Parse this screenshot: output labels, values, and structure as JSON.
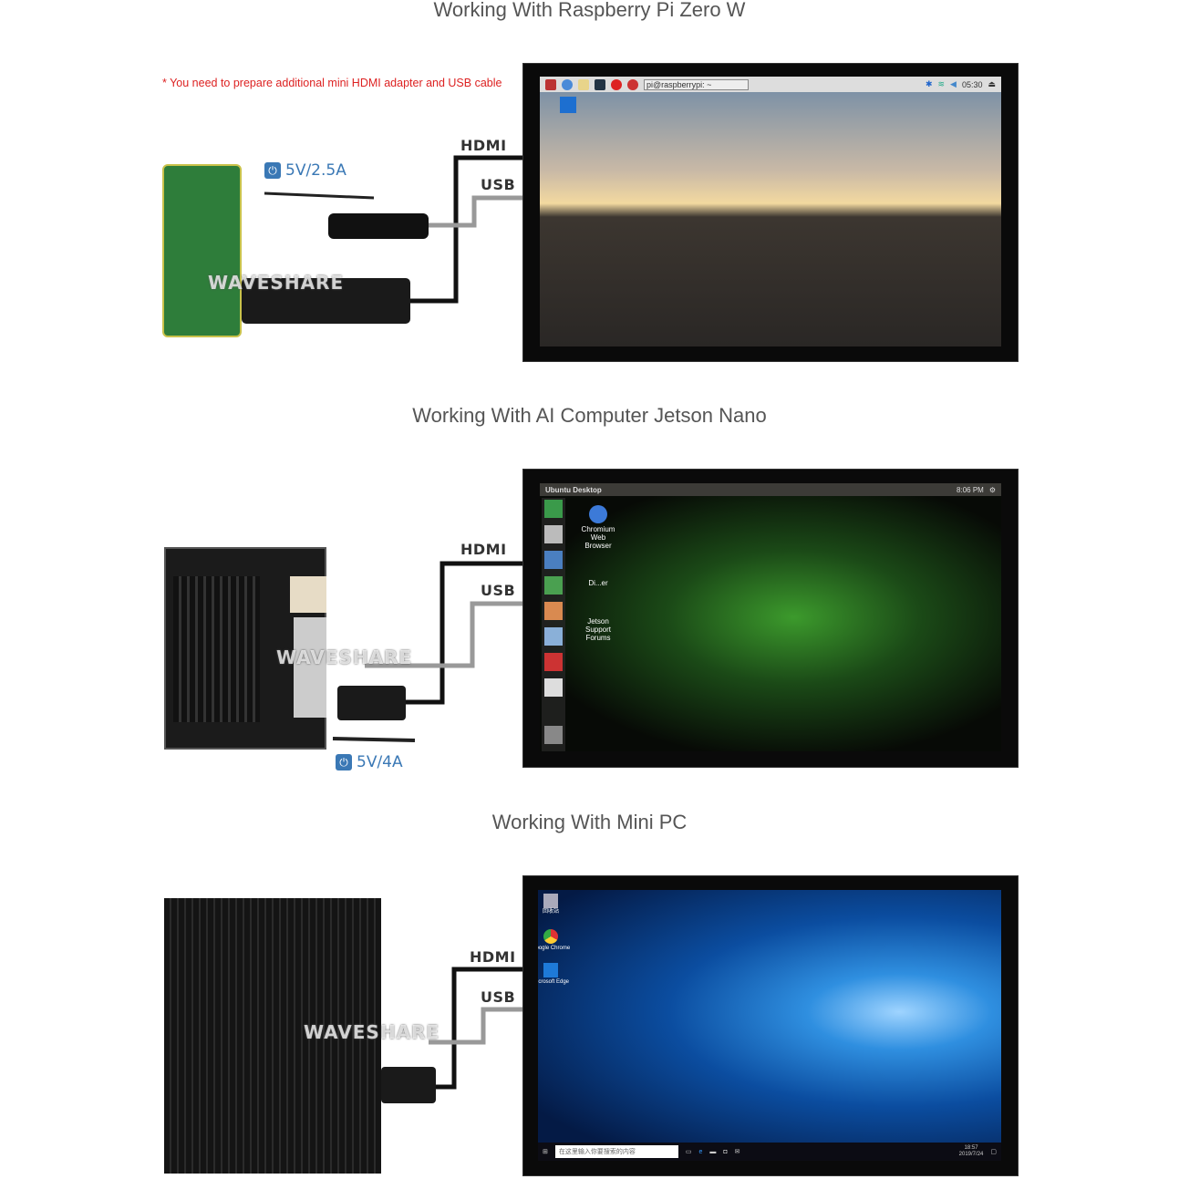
{
  "sections": [
    {
      "title": "Working With Raspberry Pi Zero W",
      "note": "* You need to prepare additional mini HDMI adapter and USB cable",
      "power": "5V/2.5A",
      "hdmi_label": "HDMI",
      "usb_label": "USB",
      "watermark": "WAVESHARE",
      "screen": {
        "terminal_task": "pi@raspberrypi: ~",
        "clock": "05:30"
      }
    },
    {
      "title": "Working With AI Computer Jetson Nano",
      "power": "5V/4A",
      "hdmi_label": "HDMI",
      "usb_label": "USB",
      "watermark": "WAVESHARE",
      "screen": {
        "topbar_title": "Ubuntu Desktop",
        "clock": "8:06 PM",
        "icons": [
          "Chromium Web Browser",
          "Di...er",
          "Jetson Support Forums"
        ]
      }
    },
    {
      "title": "Working With Mini PC",
      "hdmi_label": "HDMI",
      "usb_label": "USB",
      "watermark": "WAVESHARE",
      "screen": {
        "icons": [
          "回收站",
          "Google Chrome",
          "Microsoft Edge"
        ],
        "search_placeholder": "在这里输入你要搜索的内容",
        "time": "18:57",
        "date": "2019/7/24"
      }
    }
  ],
  "colors": {
    "power_blue": "#3a78b5",
    "note_red": "#dd2222"
  }
}
